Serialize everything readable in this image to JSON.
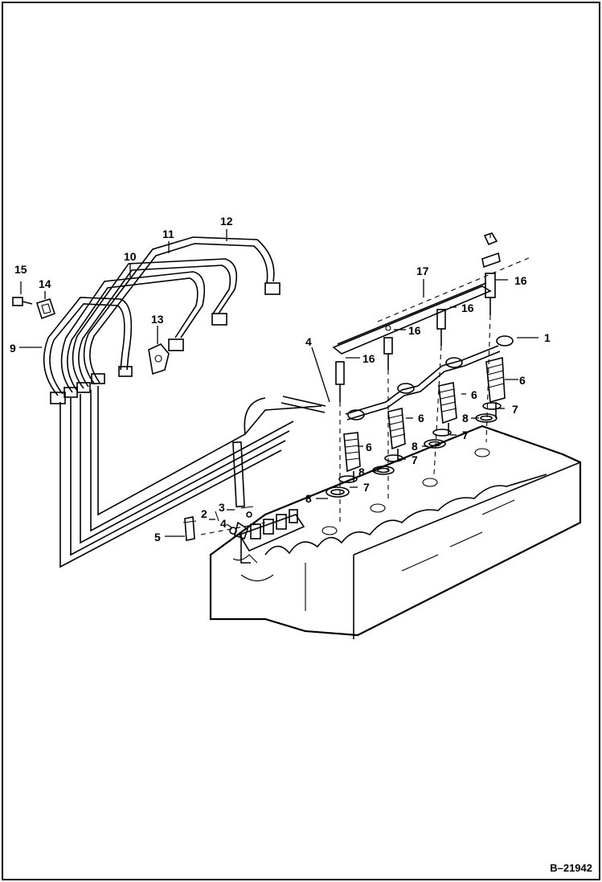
{
  "figure": {
    "id": "B–21942"
  },
  "labels": {
    "l1": "1",
    "l2": "2",
    "l3": "3",
    "l4a": "4",
    "l4b": "4",
    "l5": "5",
    "l6a": "6",
    "l6b": "6",
    "l6c": "6",
    "l6d": "6",
    "l7a": "7",
    "l7b": "7",
    "l7c": "7",
    "l7d": "7",
    "l8a": "8",
    "l8b": "8",
    "l8c": "8",
    "l8d": "8",
    "l9": "9",
    "l10": "10",
    "l11": "11",
    "l12": "12",
    "l13": "13",
    "l14": "14",
    "l15": "15",
    "l16a": "16",
    "l16b": "16",
    "l16c": "16",
    "l16d": "16",
    "l17": "17"
  }
}
